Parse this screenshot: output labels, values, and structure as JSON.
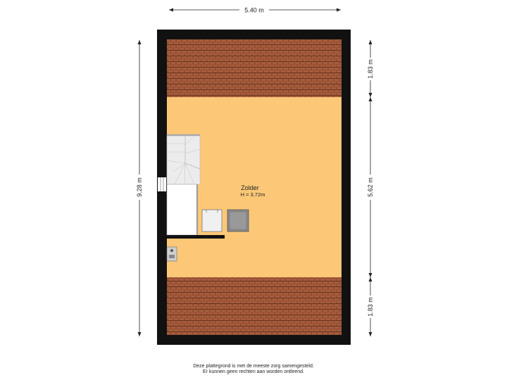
{
  "dimensions": {
    "width": "5.40 m",
    "height": "9.28 m",
    "right_top": "1.83 m",
    "right_middle": "5.62 m",
    "right_bottom": "1.83 m"
  },
  "room": {
    "name": "Zolder",
    "height": "H = 3.72m"
  },
  "disclaimer": {
    "line1": "Deze plattegrond is met de meeste zorg samengesteld.",
    "line2": "Er kunnen geen rechten aan worden ontleend."
  },
  "colors": {
    "wall": "#111111",
    "roof_tile": "#a0583a",
    "roof_line": "#6b3320",
    "floor": "#fcc878",
    "fixture_grey": "#8a8a8a",
    "stair": "#e8e8e8"
  }
}
